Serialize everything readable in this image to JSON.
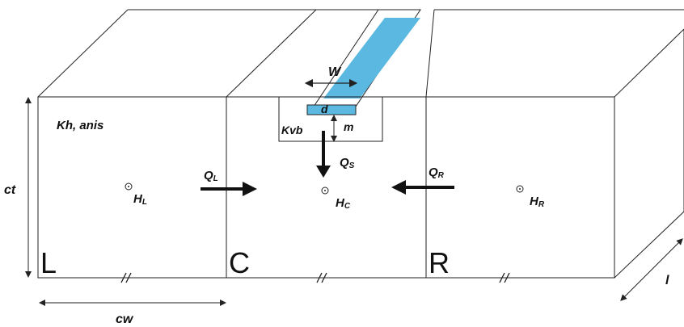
{
  "labels": {
    "kh_anis": "Kh, anis",
    "kvb": "Kvb",
    "w": "W",
    "d": "d",
    "m": "m",
    "ct": "ct",
    "cw": "cw",
    "l": "l"
  },
  "flows": {
    "left": {
      "main": "Q",
      "sub": "L"
    },
    "right": {
      "main": "Q",
      "sub": "R"
    },
    "stream": {
      "main": "Q",
      "sub": "S"
    }
  },
  "heads": {
    "left": {
      "main": "H",
      "sub": "L"
    },
    "center": {
      "main": "H",
      "sub": "C"
    },
    "right": {
      "main": "H",
      "sub": "R"
    }
  },
  "cells": {
    "left": "L",
    "center": "C",
    "right": "R"
  },
  "colors": {
    "stream_fill": "#5bb8e0",
    "line": "#222222"
  }
}
